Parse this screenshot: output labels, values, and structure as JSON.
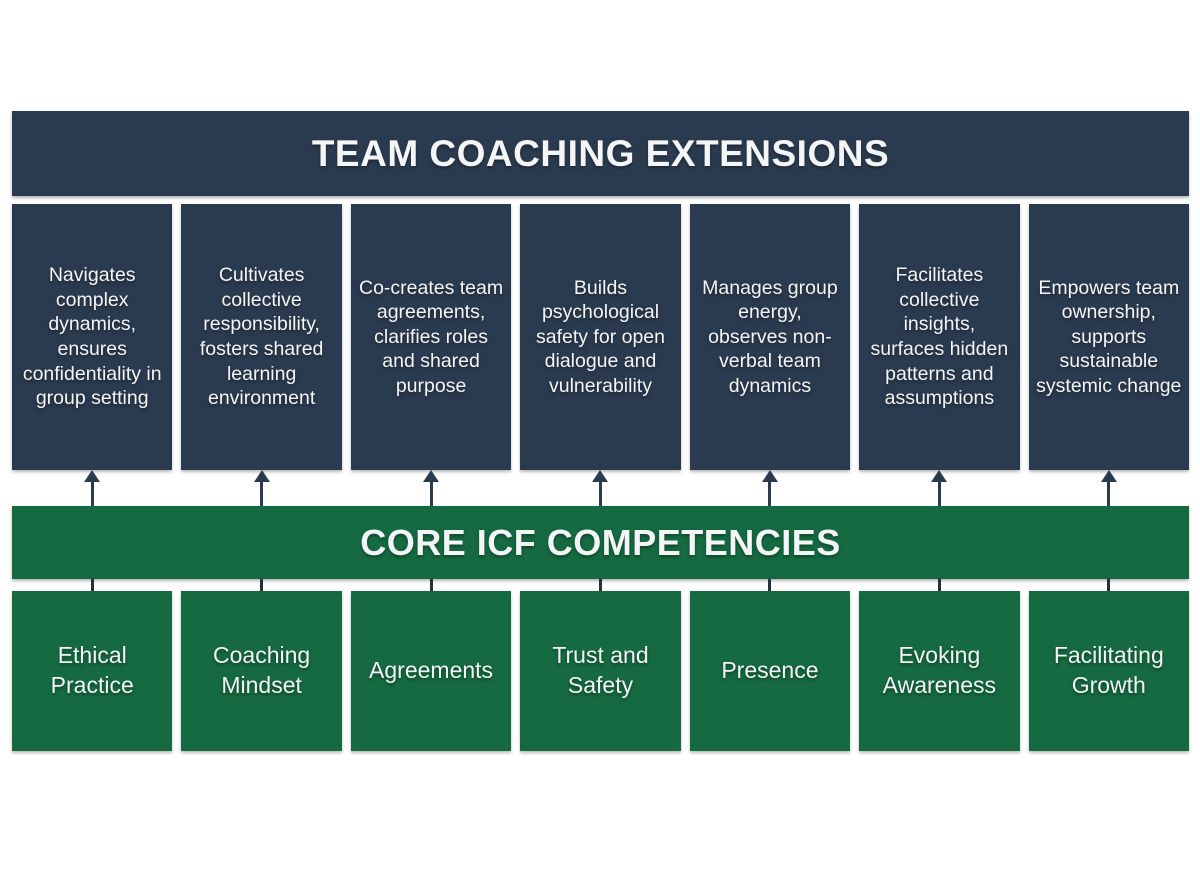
{
  "header": {
    "title": "TEAM COACHING EXTENSIONS"
  },
  "core_bar": {
    "title": "CORE ICF COMPETENCIES"
  },
  "extensions": [
    "Navigates complex dynamics, ensures confidentiality in group setting",
    "Cultivates collective responsibility, fosters shared learning environment",
    "Co-creates team agreements, clarifies roles and shared purpose",
    "Builds psychological safety for open dialogue and vulnerability",
    "Manages group energy, observes non-verbal team dynamics",
    "Facilitates collective insights, surfaces hidden patterns and assumptions",
    "Empowers team ownership, supports sustainable systemic change"
  ],
  "competencies": [
    "Ethical Practice",
    "Coaching Mindset",
    "Agreements",
    "Trust and Safety",
    "Presence",
    "Evoking Awareness",
    "Facilitating Growth"
  ],
  "icons": {
    "connector_arrow": "up-arrow"
  },
  "colors": {
    "navy": "#2b3b4f",
    "navy_dark": "#24323f",
    "green": "#156a41",
    "text_light": "#f3f5f7",
    "bg": "#ffffff"
  }
}
